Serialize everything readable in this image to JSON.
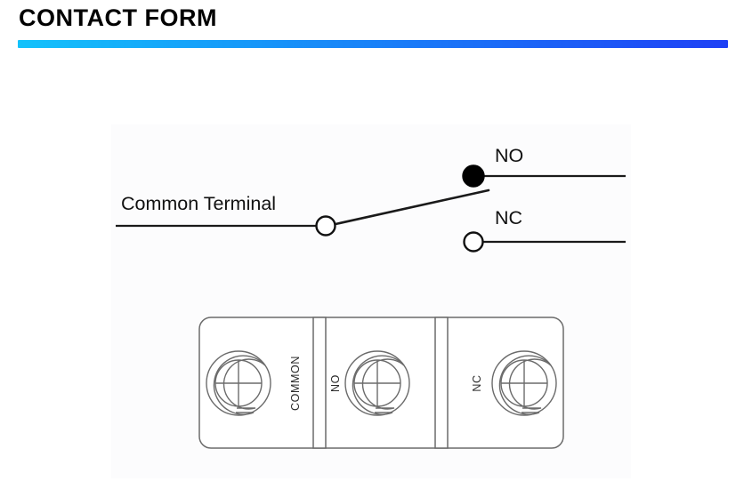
{
  "header": {
    "title": "CONTACT FORM",
    "rule_gradient_from": "#13C2FB",
    "rule_gradient_to": "#1E40F5"
  },
  "schematic": {
    "common_label": "Common Terminal",
    "no_label": "NO",
    "nc_label": "NC",
    "contact_colors": {
      "pivot_fill": "#FFFFFF",
      "no_contact_fill": "#000000",
      "nc_contact_fill": "#FFFFFF",
      "wire_stroke": "#1A1A1A"
    }
  },
  "terminal_block": {
    "terminals": [
      {
        "label": "COMMON"
      },
      {
        "label": "NO"
      },
      {
        "label": "NC"
      }
    ],
    "outline_color": "#6B6B6B"
  }
}
